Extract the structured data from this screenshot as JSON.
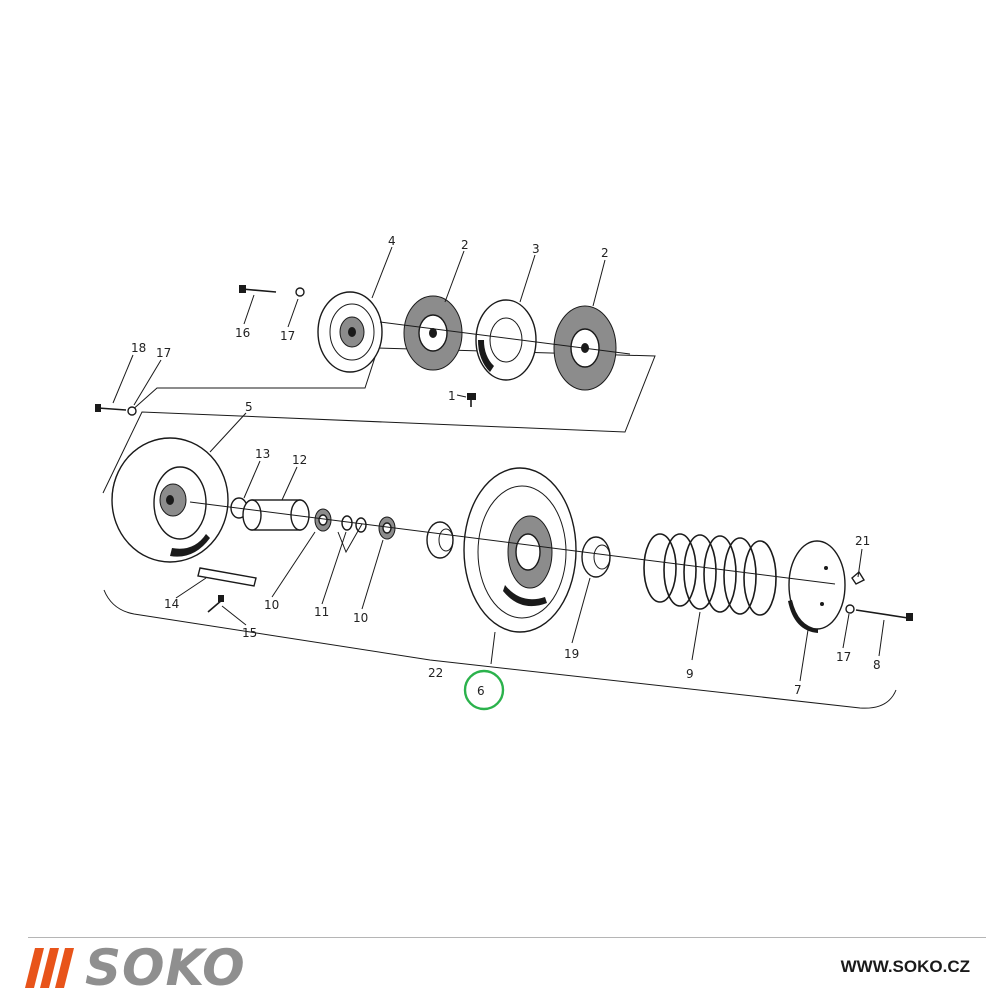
{
  "diagram": {
    "part_labels": [
      {
        "id": "4",
        "text": "4"
      },
      {
        "id": "2a",
        "text": "2"
      },
      {
        "id": "3",
        "text": "3"
      },
      {
        "id": "2b",
        "text": "2"
      },
      {
        "id": "16",
        "text": "16"
      },
      {
        "id": "17a",
        "text": "17"
      },
      {
        "id": "1",
        "text": "1"
      },
      {
        "id": "18",
        "text": "18"
      },
      {
        "id": "17b",
        "text": "17"
      },
      {
        "id": "5",
        "text": "5"
      },
      {
        "id": "13",
        "text": "13"
      },
      {
        "id": "12",
        "text": "12"
      },
      {
        "id": "14",
        "text": "14"
      },
      {
        "id": "15",
        "text": "15"
      },
      {
        "id": "10a",
        "text": "10"
      },
      {
        "id": "11",
        "text": "11"
      },
      {
        "id": "10b",
        "text": "10"
      },
      {
        "id": "22",
        "text": "22"
      },
      {
        "id": "6",
        "text": "6"
      },
      {
        "id": "19",
        "text": "19"
      },
      {
        "id": "9",
        "text": "9"
      },
      {
        "id": "7",
        "text": "7"
      },
      {
        "id": "21",
        "text": "21"
      },
      {
        "id": "17c",
        "text": "17"
      },
      {
        "id": "8",
        "text": "8"
      }
    ],
    "highlight_color": "#2bb24c",
    "line_color": "#1a1a1a"
  },
  "footer": {
    "brand": "SOKO",
    "brand_color": "#8f8f8f",
    "bar_color": "#e8541a",
    "url": "WWW.SOKO.CZ",
    "url_color": "#1a1a1a"
  }
}
